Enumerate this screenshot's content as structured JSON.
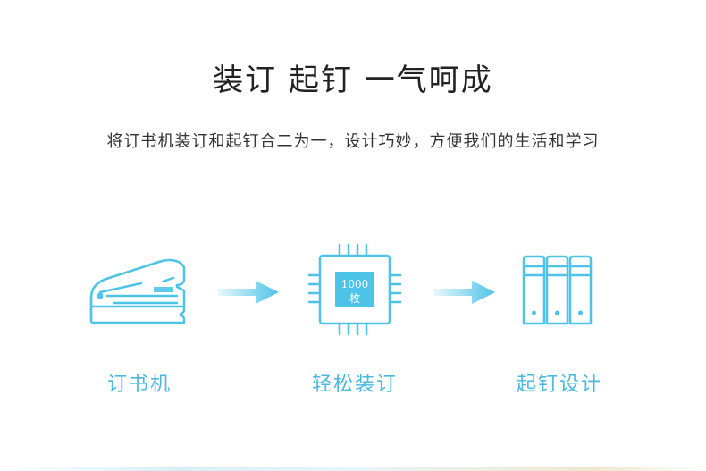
{
  "title": "装订 起钉 一气呵成",
  "subtitle": "将订书机装订和起钉合二为一，设计巧妙，方便我们的生活和学习",
  "colors": {
    "accent": "#4dc3e8",
    "label": "#4bb8df",
    "arrow_start": "#e8f8fd",
    "arrow_end": "#4dc3e8",
    "strip_start": "#d8eef6",
    "strip_end": "#f2e7cf"
  },
  "steps": [
    {
      "label": "订书机",
      "icon": "stapler-icon"
    },
    {
      "label": "轻松装订",
      "icon": "chip-icon",
      "chip_text_line1": "1000",
      "chip_text_line2": "枚"
    },
    {
      "label": "起钉设计",
      "icon": "binders-icon"
    }
  ]
}
